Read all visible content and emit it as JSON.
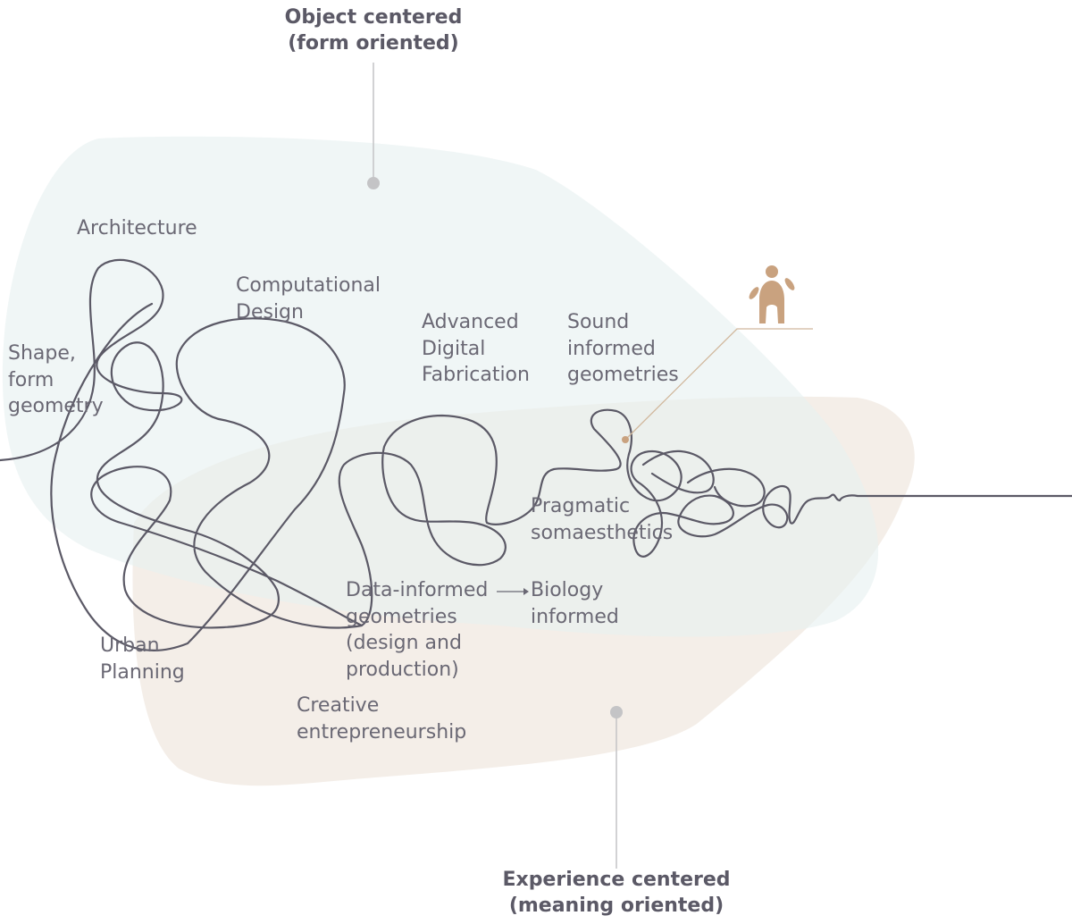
{
  "axes": {
    "object_centered": {
      "line1": "Object centered",
      "line2": "(form oriented)"
    },
    "experience_centered": {
      "line1": "Experience centered",
      "line2": "(meaning oriented)"
    }
  },
  "nodes": {
    "architecture": [
      "Architecture"
    ],
    "computational_design": [
      "Computational",
      "Design"
    ],
    "shape_form_geometry": [
      "Shape,",
      "form",
      "geometry"
    ],
    "advanced_digital_fabrication": [
      "Advanced",
      "Digital",
      "Fabrication"
    ],
    "sound_informed_geometries": [
      "Sound",
      "informed",
      "geometries"
    ],
    "pragmatic_somaesthetics": [
      "Pragmatic",
      "somaesthetics"
    ],
    "data_informed_geometries": [
      "Data-informed",
      "geometries",
      "(design and",
      "production)"
    ],
    "biology_informed": [
      "Biology",
      "informed"
    ],
    "urban_planning": [
      "Urban",
      "Planning"
    ],
    "creative_entrepreneurship": [
      "Creative",
      "entrepreneurship"
    ]
  },
  "colors": {
    "object_region": "#eef6f6",
    "experience_region": "#f3ede6",
    "thread": "#5b5966",
    "connector": "#c4c4c6",
    "person_figure": "#c9a27f",
    "text": "#6a6874",
    "axis_text": "#5b5966"
  },
  "icons": {
    "person": "person-figure-icon"
  }
}
